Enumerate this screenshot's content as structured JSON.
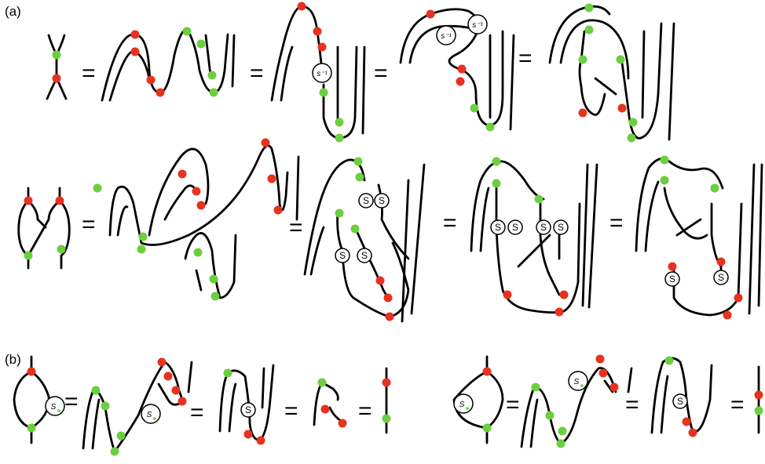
{
  "labels": {
    "a": "(a)",
    "b": "(b)"
  },
  "symbols": {
    "equals": "="
  },
  "colors": {
    "red": "#e8311f",
    "green": "#6bcf3f",
    "stroke": "#000000",
    "circle_fill": "#ffffff"
  },
  "node_text": {
    "s_inverse": "s⁻¹",
    "S_boxed": "S",
    "S_script": "S"
  }
}
